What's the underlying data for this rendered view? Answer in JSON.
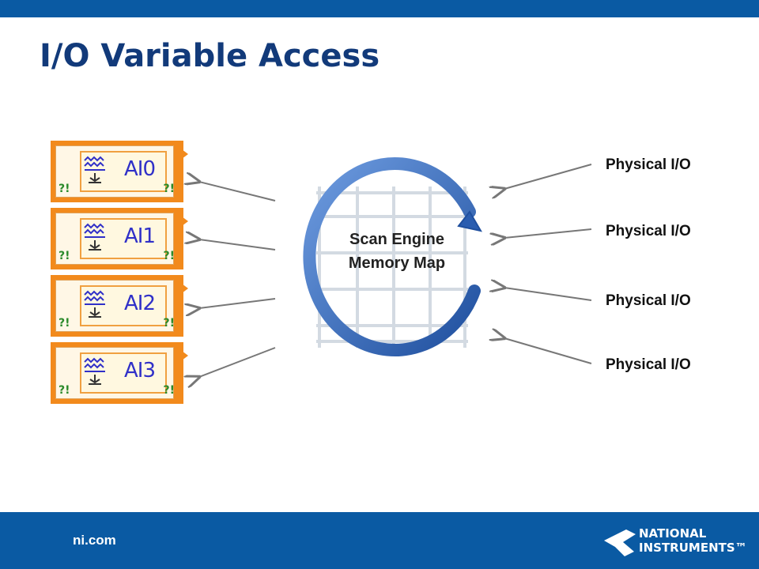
{
  "slide": {
    "title": "I/O Variable Access",
    "center_label_line1": "Scan Engine",
    "center_label_line2": "Memory Map",
    "io_labels": [
      "Physical I/O",
      "Physical I/O",
      "Physical I/O",
      "Physical I/O"
    ],
    "channels": [
      "AI0",
      "AI1",
      "AI2",
      "AI3"
    ],
    "warning_glyph": "?!"
  },
  "footer": {
    "site": "ni.com",
    "brand_line1": "NATIONAL",
    "brand_line2": "INSTRUMENTS™"
  },
  "colors": {
    "header_blue": "#0a5aa3",
    "title_navy": "#123a7a",
    "node_orange": "#f28a1c",
    "cycle_blue": "#3a6fc4"
  },
  "icons": [
    "eagle-logo-icon",
    "waveform-icon",
    "cycle-arrow-icon"
  ]
}
